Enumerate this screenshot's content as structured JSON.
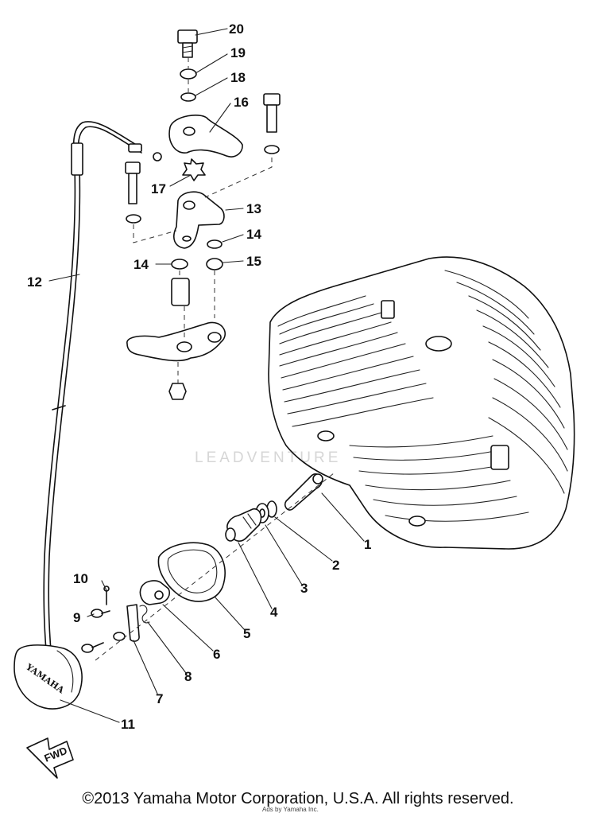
{
  "callouts": [
    {
      "id": "1",
      "label": "1"
    },
    {
      "id": "2",
      "label": "2"
    },
    {
      "id": "3",
      "label": "3"
    },
    {
      "id": "4",
      "label": "4"
    },
    {
      "id": "5",
      "label": "5"
    },
    {
      "id": "6",
      "label": "6"
    },
    {
      "id": "7",
      "label": "7"
    },
    {
      "id": "8",
      "label": "8"
    },
    {
      "id": "9",
      "label": "9"
    },
    {
      "id": "10",
      "label": "10"
    },
    {
      "id": "11",
      "label": "11"
    },
    {
      "id": "12",
      "label": "12"
    },
    {
      "id": "13",
      "label": "13"
    },
    {
      "id": "14a",
      "label": "14"
    },
    {
      "id": "14b",
      "label": "14"
    },
    {
      "id": "15",
      "label": "15"
    },
    {
      "id": "16",
      "label": "16"
    },
    {
      "id": "17",
      "label": "17"
    },
    {
      "id": "18",
      "label": "18"
    },
    {
      "id": "19",
      "label": "19"
    },
    {
      "id": "20",
      "label": "20"
    }
  ],
  "cap_brand": "YAMAHA",
  "fwd_label": "FWD",
  "watermark": "LEADVENTURE",
  "footer": "©2013 Yamaha Motor Corporation, U.S.A. All rights reserved.",
  "footer_small": "Ads by Yamaha Inc."
}
